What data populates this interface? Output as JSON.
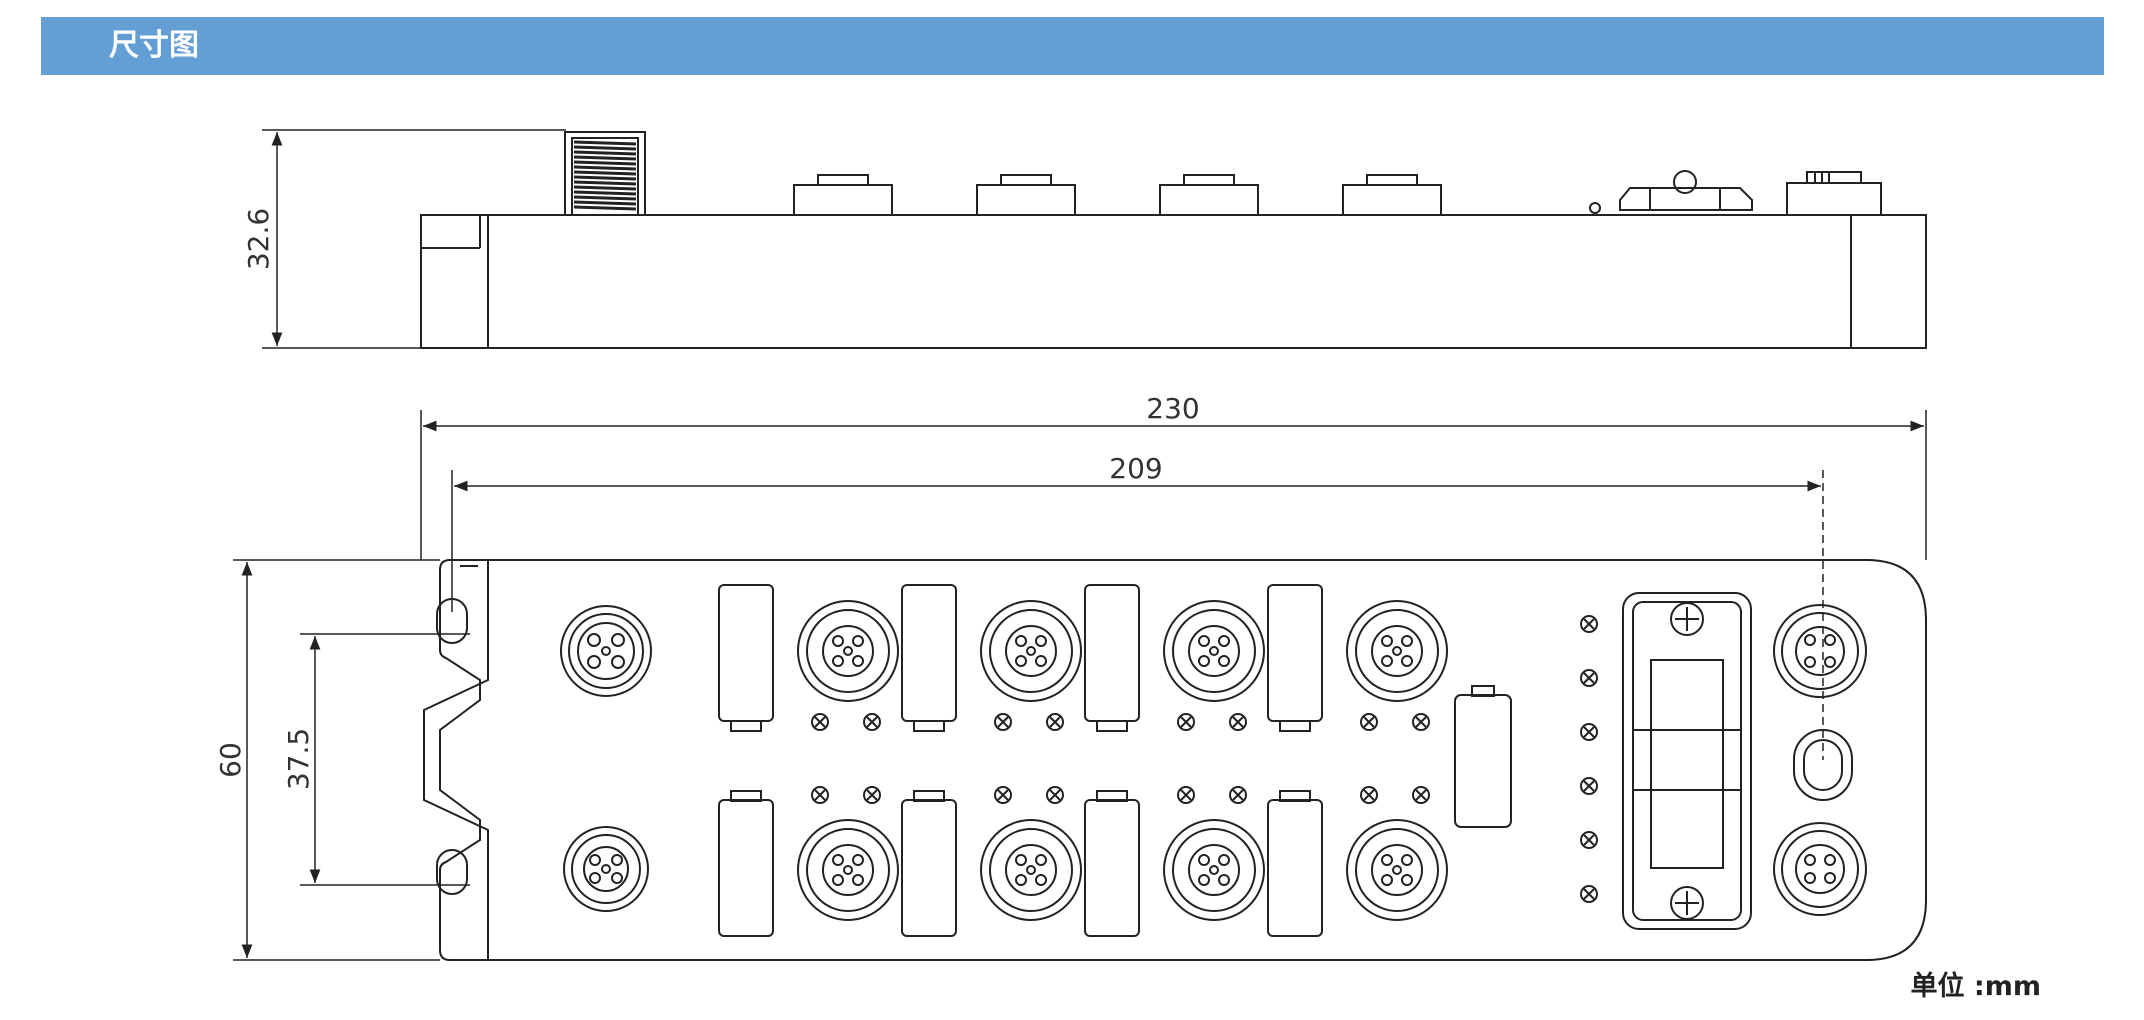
{
  "header": {
    "title": "尺寸图"
  },
  "dimensions": {
    "height": "32.6",
    "overall_length": "230",
    "hole_spacing": "209",
    "width": "60",
    "hole_vertical_spacing": "37.5"
  },
  "unit_note": "单位 :mm",
  "colors": {
    "header_bg": "#639ed5",
    "line": "#222222"
  }
}
